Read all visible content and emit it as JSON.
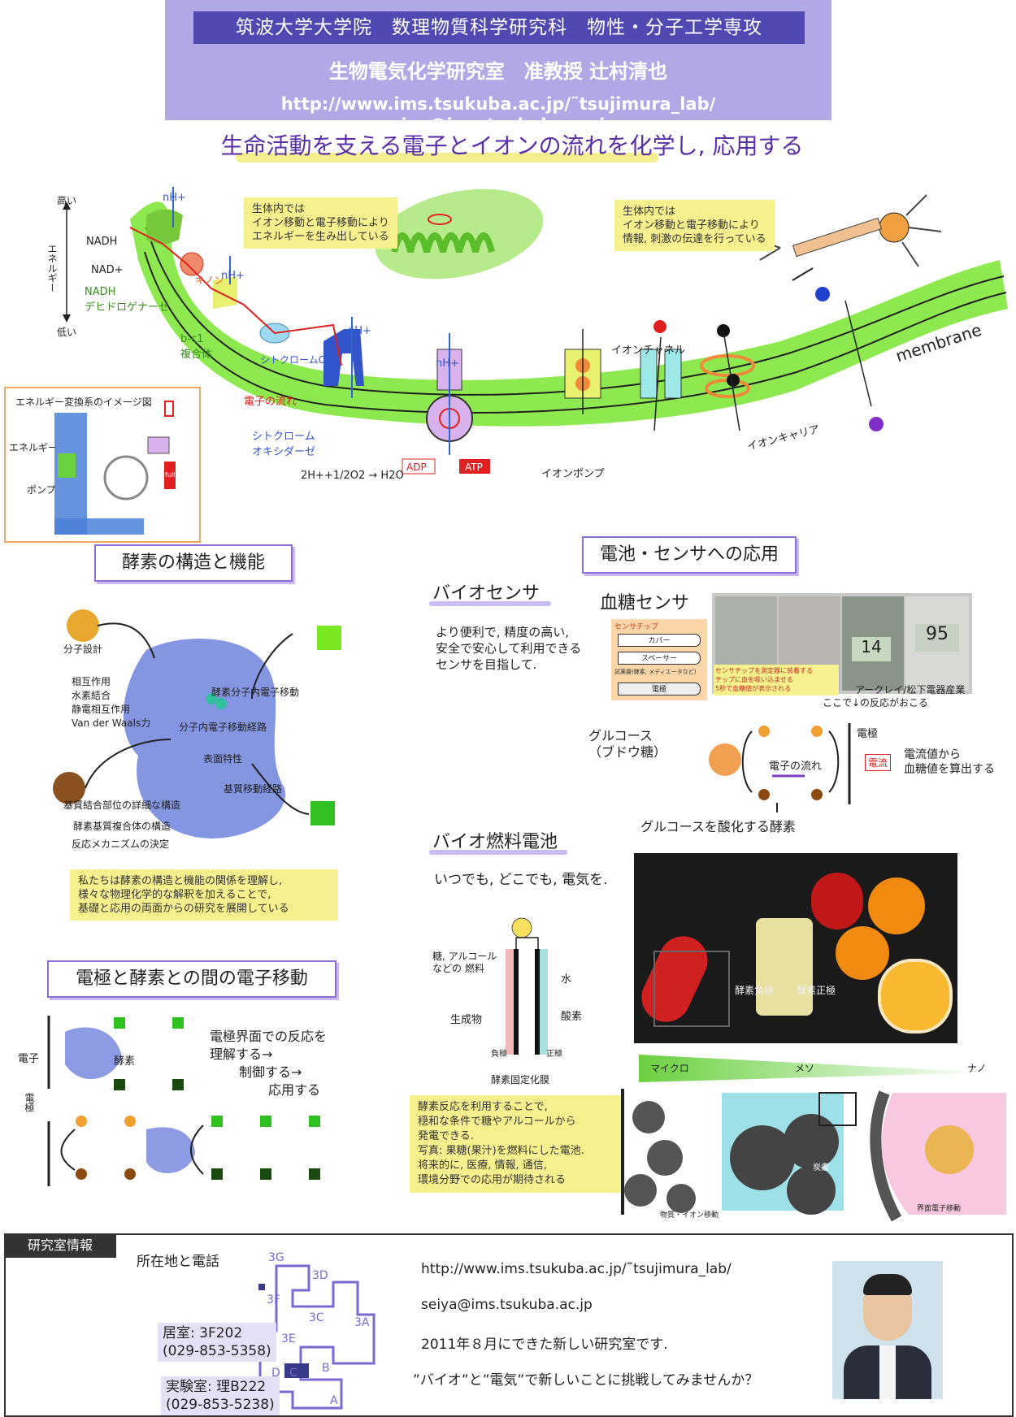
{
  "header": {
    "dept": "筑波大学大学院　数理物質科学研究科　物性・分子工学専攻",
    "lab": "生物電気化学研究室　准教授 辻村清也",
    "urls": "http://www.ims.tsukuba.ac.jp/˜tsujimura_lab/　seiya@ims.tsukuba.ac.jp"
  },
  "tagline": "生命活動を支える電子とイオンの流れを化学し, 応用する",
  "diagram": {
    "energy_high": "高い",
    "energy_low": "低い",
    "energy_axis": "エネルギー",
    "nh1": "nH+",
    "nh2": "nH+",
    "nh3": "nH+",
    "nh4": "nH+",
    "nadh": "NADH",
    "nad": "NAD+",
    "nadh_dehyd": "NADH\nデヒドロゲナーゼ",
    "quinone": "キノン",
    "bc1": "b-c1\n複合体",
    "cytc": "シトクロームC",
    "electron_flow": "電子の流れ",
    "cyt_oxidase": "シトクローム\nオキシダーゼ",
    "reaction": "2H++1/2O2 → H2O",
    "adp": "ADP",
    "atp": "ATP",
    "ion_channel": "イオンチャネル",
    "ion_pump": "イオンポンプ",
    "ion_carrier": "イオンキャリア",
    "membrane": "membrane",
    "note1": "生体内では\nイオン移動と電子移動により\nエネルギーを生み出している",
    "note2": "生体内では\nイオン移動と電子移動により\n情報, 刺激の伝達を行っている",
    "inset_title": "エネルギー変換系のイメージ図",
    "inset_energy": "エネルギー",
    "inset_pump": "ポンプ",
    "inset_full": "full"
  },
  "enzyme": {
    "title": "酵素の構造と機能",
    "labels": [
      "分子設計",
      "相互作用\n水素結合\n静電相互作用\nVan der Waals力",
      "酵素分子内電子移動",
      "分子内電子移動経路",
      "表面特性",
      "基質移動経路",
      "基質結合部位の詳細な構造",
      "酵素基質複合体の構造",
      "反応メカニズムの決定"
    ],
    "note": "私たちは酵素の構造と機能の関係を理解し,\n様々な物理化学的な解釈を加えることで,\n基礎と応用の両面からの研究を展開している"
  },
  "electrode": {
    "title": "電極と酵素との間の電子移動",
    "electron": "電子",
    "enzyme": "酵素",
    "electrode": "電極",
    "steps": [
      "電極界面での反応を",
      "理解する→",
      "制御する→",
      "応用する"
    ]
  },
  "battery": {
    "title": "電池・センサへの応用",
    "biosensor": "バイオセンサ",
    "biosensor_text": "より便利で, 精度の高い,\n安全で安心して利用できる\nセンサを目指して.",
    "blood_sensor": "血糖センサ",
    "sensor_chip": "センサチップ",
    "cover": "カバー",
    "spacer": "スペーサー",
    "chip_note1": "試薬層(酵素, メディエータなど)",
    "chip_electrode": "電極",
    "photo_caption": "センサチップを測定器に装着する\nチップに血を吸い込ませる\n5秒で血糖値が表示される",
    "arkray": "アークレイ/松下電器産業",
    "arkray_note": "ここで↓の反応がおこる",
    "glucose": "グルコース\n（ブドウ糖）",
    "electron_flow": "電子の流れ",
    "electrode": "電極",
    "current": "電流",
    "calc": "電流値から\n血糖値を算出する",
    "oxidase": "グルコースを酸化する酵素",
    "display1": "14",
    "display2": "95",
    "fuel_cell": "バイオ燃料電池",
    "fuel_text": "いつでも, どこでも, 電気を.",
    "fuel": "糖, アルコール\nなどの 燃料",
    "product": "生成物",
    "water": "水",
    "oxygen": "酸素",
    "anode": "負極",
    "cathode": "正極",
    "membrane": "酵素固定化膜",
    "photo_anode": "酵素負極",
    "photo_cathode": "酵素正極",
    "fuel_note": "酵素反応を利用することで,\n穏和な条件で糖やアルコールから\n発電できる.\n写真: 果糖(果汁)を燃料にした電池.\n将来的に, 医療, 情報, 通信,\n環境分野での応用が期待される",
    "scale": [
      "マイクロ",
      "メソ",
      "ナノ"
    ],
    "carbon": "炭素",
    "transport": "物質・イオン移動",
    "interface": "界面電子移動"
  },
  "info": {
    "tab": "研究室情報",
    "location": "所在地と電話",
    "office": "居室: 3F202\n(029-853-5358)",
    "lab": "実験室: 理B222\n(029-853-5238)",
    "map": [
      "3G",
      "3D",
      "3F",
      "3C",
      "3A",
      "3E",
      "D",
      "C",
      "B",
      "A"
    ],
    "url": "http://www.ims.tsukuba.ac.jp/˜tsujimura_lab/",
    "email": "seiya@ims.tsukuba.ac.jp",
    "founded": "2011年８月にできた新しい研究室です.",
    "challenge": "”バイオ”と”電気”で新しいことに挑戦してみませんか？"
  }
}
